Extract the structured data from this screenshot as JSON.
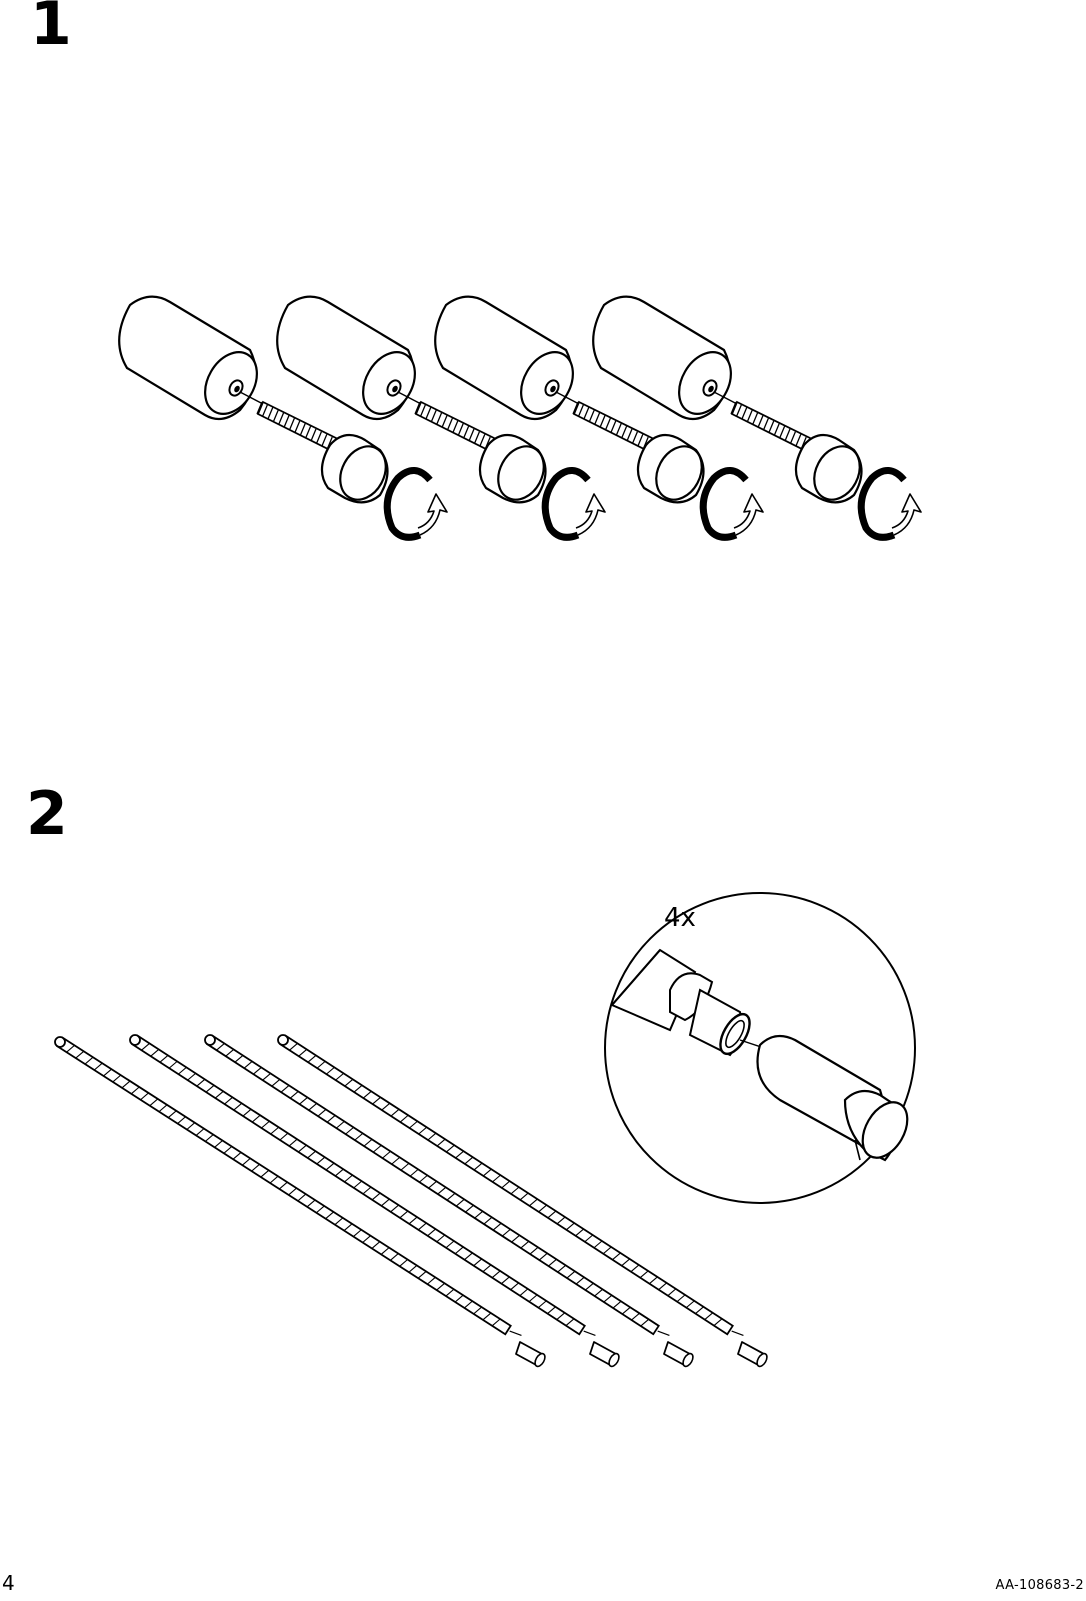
{
  "steps": [
    {
      "number": "1"
    },
    {
      "number": "2"
    }
  ],
  "step2": {
    "quantity_label": "4x"
  },
  "footer": {
    "page_number": "4",
    "document_code": "AA-108683-2"
  },
  "illustrations": {
    "step1": {
      "icon": "connector-screw-cap-assembly-icon",
      "count": 4
    },
    "step2": {
      "icon": "threaded-rod-icon",
      "count": 4,
      "detail_icon": "tube-connector-detail-icon"
    }
  }
}
